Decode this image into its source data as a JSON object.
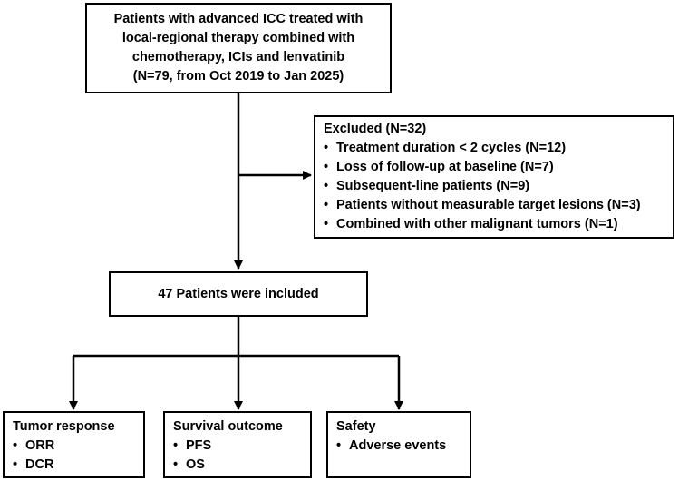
{
  "top_box": {
    "lines": [
      "Patients with advanced ICC treated with",
      "local-regional therapy combined with",
      "chemotherapy, ICIs and lenvatinib",
      "(N=79, from Oct 2019 to Jan 2025)"
    ]
  },
  "excluded_box": {
    "title": "Excluded (N=32)",
    "items": [
      "Treatment duration < 2 cycles (N=12)",
      "Loss of follow-up at baseline (N=7)",
      "Subsequent-line patients (N=9)",
      "Patients without measurable target lesions (N=3)",
      "Combined with other malignant tumors (N=1)"
    ]
  },
  "included_box": {
    "text": "47 Patients were included"
  },
  "outcome_boxes": [
    {
      "title": "Tumor response",
      "items": [
        "ORR",
        "DCR"
      ]
    },
    {
      "title": "Survival outcome",
      "items": [
        "PFS",
        "OS"
      ]
    },
    {
      "title": "Safety",
      "items": [
        "Adverse events"
      ]
    }
  ]
}
